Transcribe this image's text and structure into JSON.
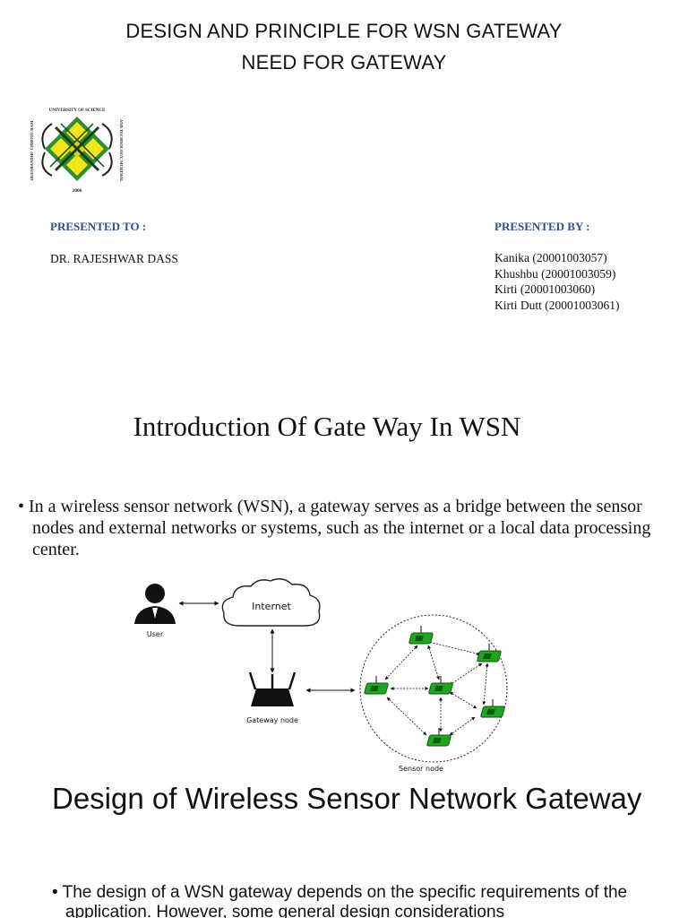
{
  "header": {
    "title_line1": "DESIGN AND PRINCIPLE FOR WSN GATEWAY",
    "title_line2": "NEED FOR GATEWAY"
  },
  "logo": {
    "top_text": "UNIVERSITY OF SCIENCE",
    "left_text": "DEENBANDHU CHHOTU RAM",
    "right_text": "AND TECHNOLOGY, MURTHAL",
    "year": "2006"
  },
  "presented_to": {
    "label": "PRESENTED TO :",
    "name": "DR. RAJESHWAR DASS"
  },
  "presented_by": {
    "label": "PRESENTED BY :",
    "members": [
      "Kanika (20001003057)",
      "Khushbu (20001003059)",
      "Kirti (20001003060)",
      "Kirti Dutt (20001003061)"
    ]
  },
  "intro": {
    "heading": "Introduction Of Gate Way In WSN",
    "bullet": "• In a wireless sensor network (WSN), a gateway serves as a bridge between the sensor nodes and external networks or systems, such as the internet or a local data processing center."
  },
  "diagram": {
    "user_label": "User",
    "internet_label": "Internet",
    "gateway_label": "Gateway node",
    "sensor_label": "Sensor node",
    "node_color": "#1fa51f"
  },
  "design": {
    "heading": "Design of Wireless Sensor Network Gateway",
    "bullet": "• The design of a WSN gateway depends on the specific requirements of the application. However, some general design considerations"
  },
  "colors": {
    "label_blue": "#2e4f96"
  }
}
